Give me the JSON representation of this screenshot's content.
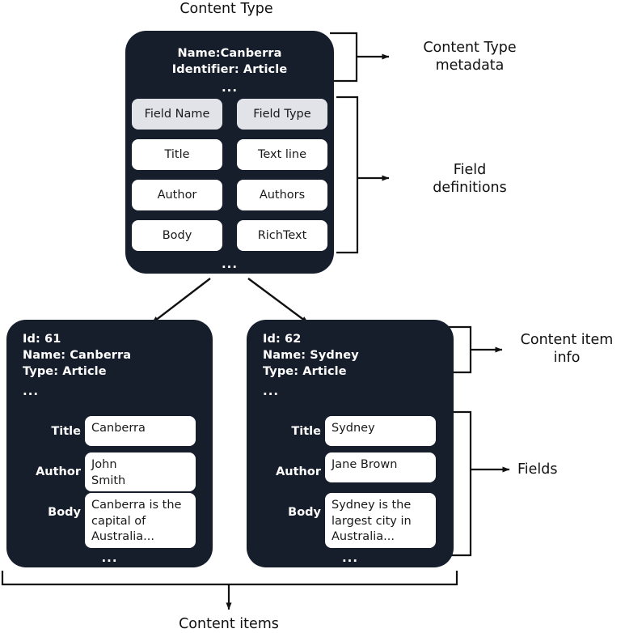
{
  "diagram": {
    "title_top": "Content Type",
    "title_bottom": "Content items"
  },
  "content_type_card": {
    "metadata": {
      "name_line": "Name:Canberra",
      "identifier_line": "Identifier: Article",
      "ellipsis": "..."
    },
    "table": {
      "headers": [
        "Field Name",
        "Field Type"
      ],
      "rows": [
        {
          "field_name": "Title",
          "field_type": "Text line"
        },
        {
          "field_name": "Author",
          "field_type": "Authors"
        },
        {
          "field_name": "Body",
          "field_type": "RichText"
        }
      ],
      "ellipsis": "..."
    }
  },
  "annotations": {
    "content_type_metadata": "Content Type\nmetadata",
    "field_definitions": "Field\ndefinitions",
    "content_item_info": "Content item\ninfo",
    "fields": "Fields"
  },
  "content_items": [
    {
      "info": {
        "id_line": "Id: 61",
        "name_line": "Name: Canberra",
        "type_line": "Type: Article",
        "ellipsis": "..."
      },
      "fields": [
        {
          "label": "Title",
          "value": "Canberra"
        },
        {
          "label": "Author",
          "value": "John\nSmith"
        },
        {
          "label": "Body",
          "value": "Canberra is the\ncapital of\nAustralia..."
        }
      ],
      "ellipsis": "..."
    },
    {
      "info": {
        "id_line": "Id: 62",
        "name_line": "Name: Sydney",
        "type_line": "Type: Article",
        "ellipsis": "..."
      },
      "fields": [
        {
          "label": "Title",
          "value": "Sydney"
        },
        {
          "label": "Author",
          "value": "Jane Brown"
        },
        {
          "label": "Body",
          "value": "Sydney is the\nlargest city in\nAustralia..."
        }
      ],
      "ellipsis": "..."
    }
  ],
  "colors": {
    "card_background": "#161d2b",
    "card_text": "#ffffff",
    "cell_background": "#ffffff",
    "header_cell_background": "#e2e2e9",
    "stroke": "#111111",
    "page_background": "#ffffff"
  }
}
